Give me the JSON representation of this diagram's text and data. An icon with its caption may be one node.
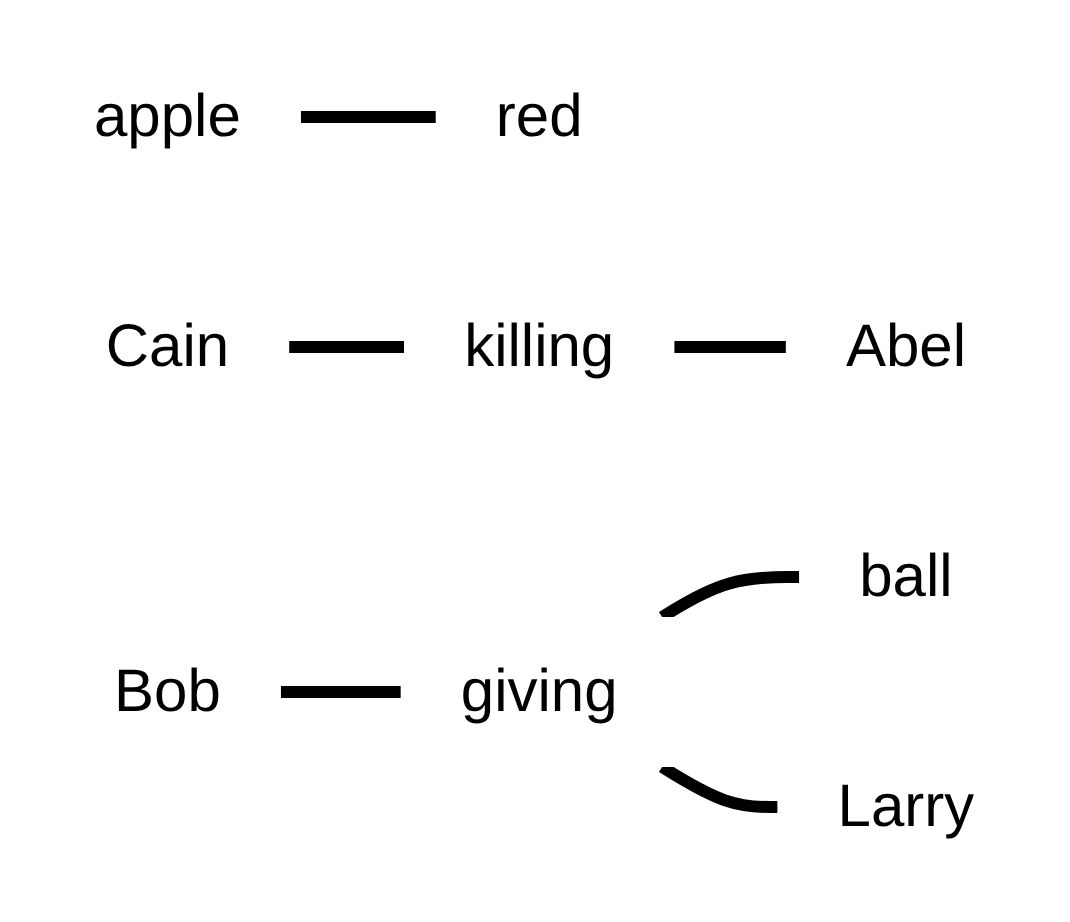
{
  "diagram": {
    "nodes": [
      {
        "text": [
          "apple"
        ]
      },
      {
        "text": [
          "red"
        ]
      },
      {
        "text": [
          "Cain"
        ]
      },
      {
        "text": [
          "killing"
        ]
      },
      {
        "text": [
          "Abel"
        ]
      },
      {
        "text": [
          "Bob"
        ]
      },
      {
        "text": [
          "giving"
        ]
      },
      {
        "text": [
          "ball"
        ]
      },
      {
        "text": [
          "Larry"
        ]
      }
    ],
    "edges": [
      {
        "from": 0,
        "to": 1,
        "arrow": "none"
      },
      {
        "from": 2,
        "to": 3,
        "arrow": "none"
      },
      {
        "from": 3,
        "to": 4,
        "arrow": "none"
      },
      {
        "from": 5,
        "to": 6,
        "arrow": "none"
      },
      {
        "from": 6,
        "to": 7,
        "arrow": "none"
      },
      {
        "from": 6,
        "to": 8,
        "arrow": "none"
      }
    ]
  }
}
